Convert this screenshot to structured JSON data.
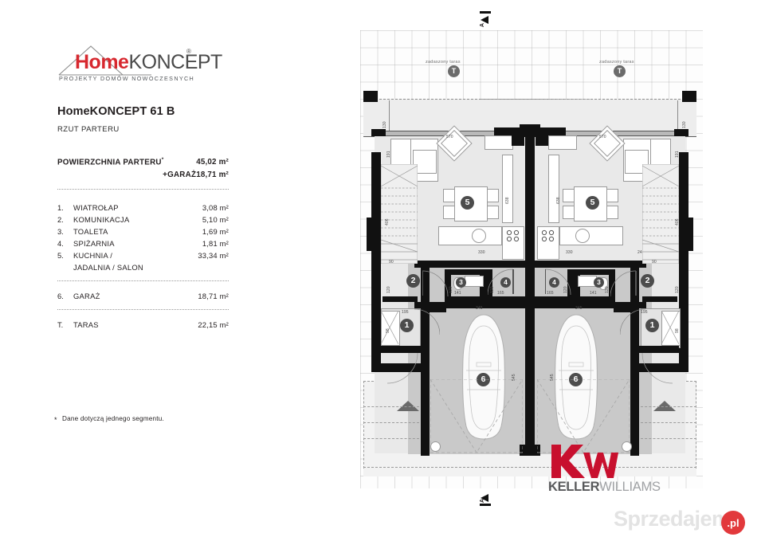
{
  "brand": {
    "logo_home": "Home",
    "logo_koncept": "KONCEPT",
    "logo_registered": "®",
    "logo_tagline": "PROJEKTY DOMÓW NOWOCZESNYCH"
  },
  "header": {
    "title": "HomeKONCEPT 61 B",
    "subtitle": "RZUT PARTERU"
  },
  "areas": {
    "head_label": "POWIERZCHNIA PARTERU",
    "head_star": "*",
    "head_value": "45,02 m²",
    "garage_head_label": "+GARAŻ",
    "garage_head_value": "18,71 m²",
    "rooms": [
      {
        "num": "1.",
        "name": "WIATROŁAP",
        "value": "3,08 m²",
        "cont": ""
      },
      {
        "num": "2.",
        "name": "KOMUNIKACJA",
        "value": "5,10 m²",
        "cont": ""
      },
      {
        "num": "3.",
        "name": "TOALETA",
        "value": "1,69 m²",
        "cont": ""
      },
      {
        "num": "4.",
        "name": "SPIŻARNIA",
        "value": "1,81 m²",
        "cont": ""
      },
      {
        "num": "5.",
        "name": "KUCHNIA /",
        "value": "33,34 m²",
        "cont": "JADALNIA / SALON"
      }
    ],
    "garage": {
      "num": "6.",
      "name": "GARAŻ",
      "value": "18,71 m²"
    },
    "terrace": {
      "num": "T.",
      "name": "TARAS",
      "value": "22,15 m²"
    }
  },
  "footnote": {
    "star": "*",
    "text": "Dane dotyczą jednego segmentu."
  },
  "plan": {
    "section_top": "A",
    "section_bottom": "A",
    "terrace_label_left": "zadaszony taras",
    "terrace_label_right": "zadaszony taras",
    "badges": {
      "terrace": "T",
      "vestibule": "1",
      "hall": "2",
      "toilet": "3",
      "pantry": "4",
      "living": "5",
      "garage": "6"
    },
    "dimensions": {
      "terrace_depth": "130",
      "living_width": "570",
      "sofa_depth": "191",
      "living_height": "638",
      "stair_run": "406",
      "seg_240": "240",
      "seg_330": "330",
      "seg_90": "90",
      "seg_120": "120",
      "toilet_width": "141",
      "pantry_width": "165",
      "vestibule_width": "195",
      "vestibule_side": "98",
      "garage_width": "345",
      "garage_depth": "545"
    }
  },
  "kw": {
    "mark": "kw",
    "name_bold": "KELLER",
    "name_light": "WILLIAMS"
  },
  "watermark": {
    "text": "Sprzedajemy",
    "suffix": ".pl"
  }
}
